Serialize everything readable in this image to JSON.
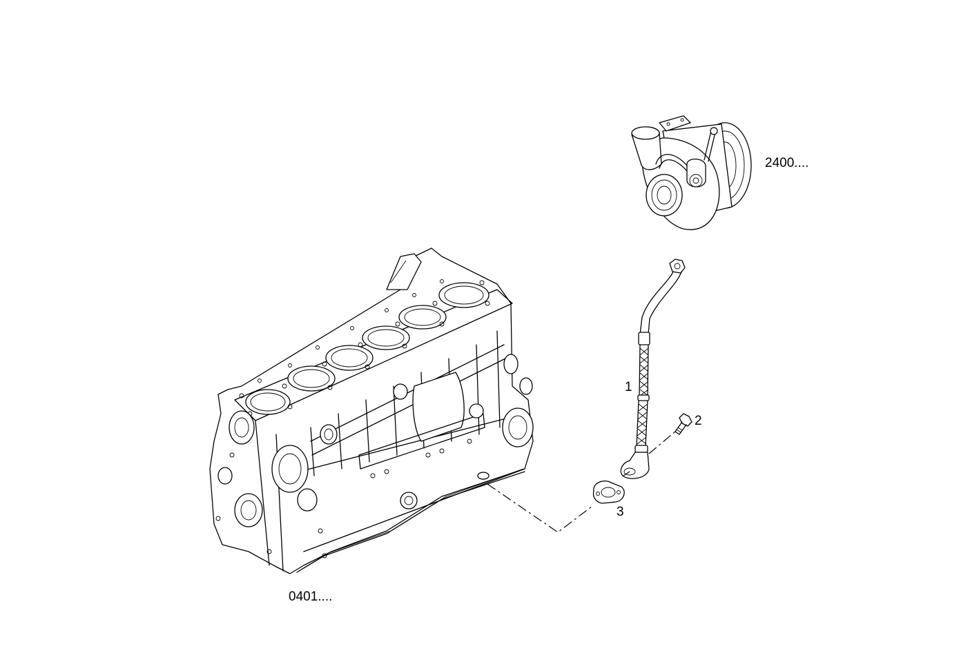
{
  "callouts": {
    "turbocharger_ref": "2400....",
    "engine_block_ref": "0401....",
    "item_1": "1",
    "item_2": "2",
    "item_3": "3"
  }
}
